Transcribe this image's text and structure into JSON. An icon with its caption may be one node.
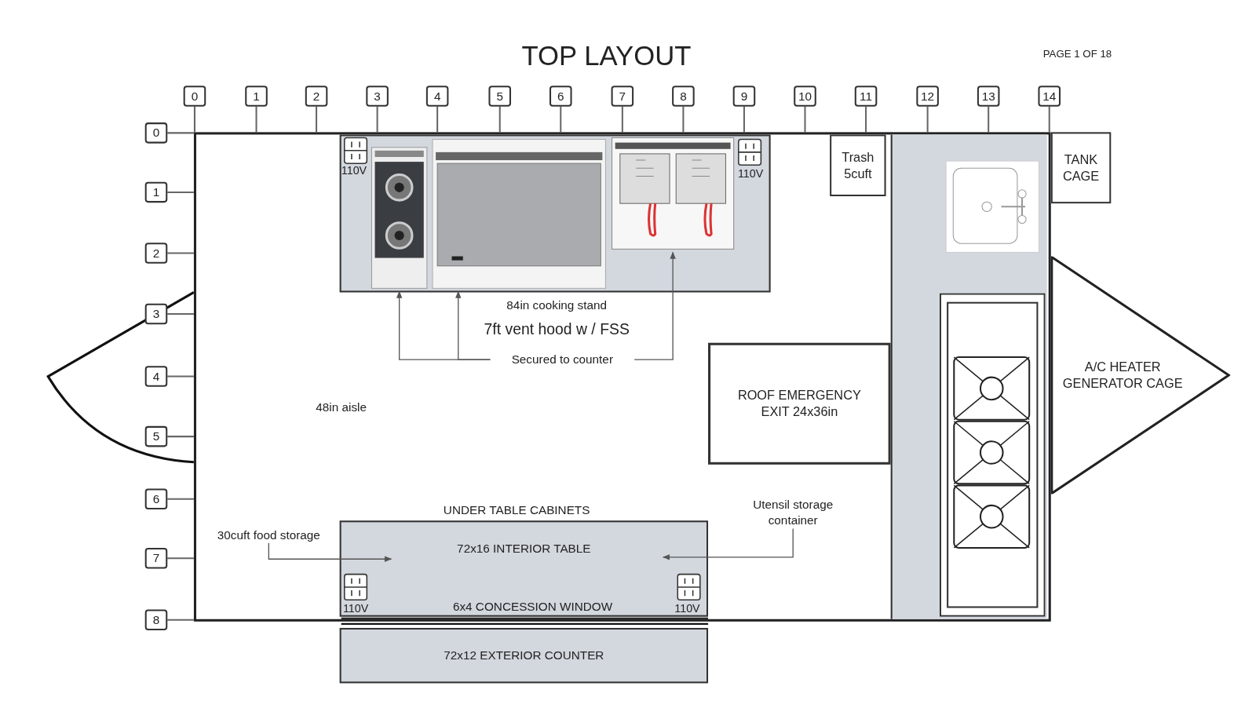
{
  "diagram": {
    "title": "TOP LAYOUT",
    "nodes": [
      {
        "text": [],
        "shape": "box"
      },
      {
        "text": [],
        "shape": "box",
        "beside": [
          "84in cooking stand"
        ],
        "in": 0
      },
      {
        "text": [],
        "shape": "picture",
        "in": 1
      },
      {
        "text": [],
        "shape": "picture",
        "in": 1
      },
      {
        "text": [],
        "shape": "picture",
        "in": 1
      },
      {
        "text": [
          "Trash 5cuft"
        ],
        "in": 0
      },
      {
        "text": [],
        "shape": "picture",
        "in": 0
      },
      {
        "text": [],
        "shape": "picture",
        "in": 0
      },
      {
        "text": [
          "ROOF EMERGENCY EXIT 24x36in"
        ],
        "in": 0
      },
      {
        "text": [
          "TANK CAGE"
        ]
      },
      {
        "text": [
          "A/C HEATER GENERATOR CAGE"
        ]
      },
      {
        "text": [
          "72x16 INTERIOR TABLE"
        ],
        "beside": [
          "UNDER TABLE CABINETS"
        ],
        "in": 0
      },
      {
        "text": [
          "72x12 EXTERIOR COUNTER"
        ]
      },
      {
        "text": [
          "30cuft food storage"
        ],
        "in": 0
      },
      {
        "text": [
          "Utensil storage container"
        ],
        "in": 0
      },
      {
        "text": [
          "Secured to counter"
        ],
        "in": 0
      },
      {
        "text": [
          "0"
        ]
      },
      {
        "text": [
          "1"
        ]
      },
      {
        "text": [
          "2"
        ]
      },
      {
        "text": [
          "3"
        ]
      },
      {
        "text": [
          "4"
        ]
      },
      {
        "text": [
          "5"
        ]
      },
      {
        "text": [
          "6"
        ]
      },
      {
        "text": [
          "7"
        ]
      },
      {
        "text": [
          "8"
        ]
      },
      {
        "text": [
          "9"
        ]
      },
      {
        "text": [
          "10"
        ]
      },
      {
        "text": [
          "11"
        ]
      },
      {
        "text": [
          "12"
        ]
      },
      {
        "text": [
          "13"
        ]
      },
      {
        "text": [
          "14"
        ]
      },
      {
        "text": [
          "0"
        ]
      },
      {
        "text": [
          "1"
        ]
      },
      {
        "text": [
          "2"
        ]
      },
      {
        "text": [
          "3"
        ]
      },
      {
        "text": [
          "4"
        ]
      },
      {
        "text": [
          "5"
        ]
      },
      {
        "text": [
          "6"
        ]
      },
      {
        "text": [
          "7"
        ]
      },
      {
        "text": [
          "8"
        ]
      }
    ],
    "edges": [
      {
        "from": 13,
        "to": 11,
        "arrow": "to"
      },
      {
        "from": 14,
        "to": 11,
        "arrow": "to"
      },
      {
        "from": 15,
        "to": 2,
        "arrow": "to"
      },
      {
        "from": 15,
        "to": 3,
        "arrow": "to"
      },
      {
        "from": 15,
        "to": 4,
        "arrow": "to"
      }
    ],
    "labels": [
      "PAGE 1 OF 18",
      "110V",
      "110V",
      "7ft vent hood w / FSS",
      "48in aisle",
      "110V",
      "6x4 CONCESSION WINDOW",
      "110V"
    ]
  }
}
